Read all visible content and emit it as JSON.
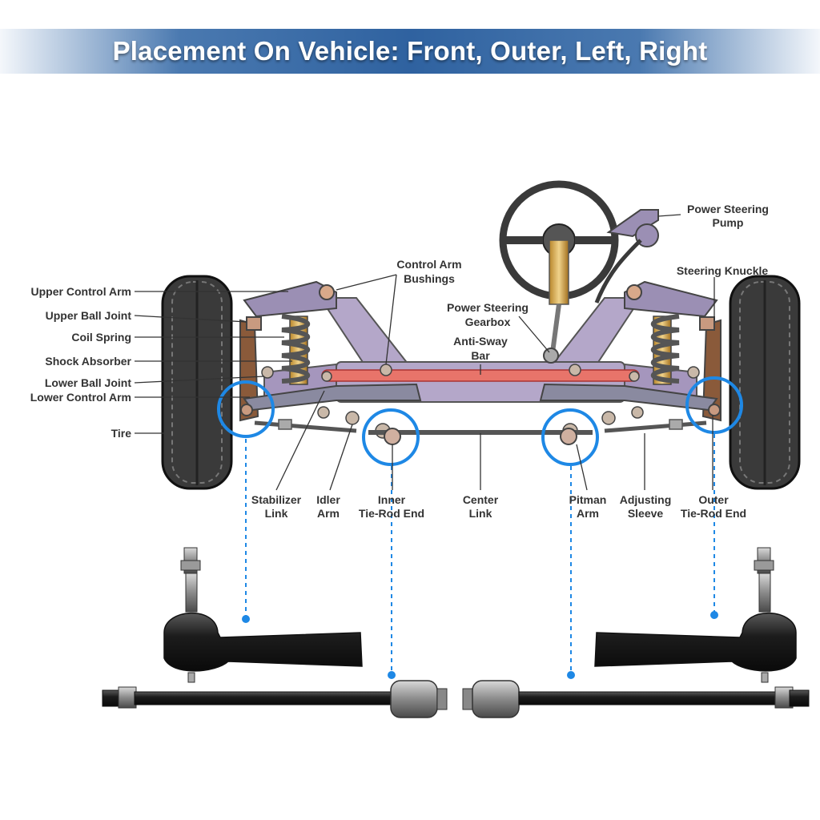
{
  "banner": {
    "title": "Placement On Vehicle: Front, Outer, Left, Right"
  },
  "labels": {
    "upper_control_arm": "Upper Control Arm",
    "upper_ball_joint": "Upper Ball Joint",
    "coil_spring": "Coil Spring",
    "shock_absorber": "Shock Absorber",
    "lower_ball_joint": "Lower Ball Joint",
    "lower_control_arm": "Lower Control Arm",
    "tire": "Tire",
    "control_arm_bushings_1": "Control Arm",
    "control_arm_bushings_2": "Bushings",
    "power_steering_gearbox_1": "Power Steering",
    "power_steering_gearbox_2": "Gearbox",
    "anti_sway_bar_1": "Anti-Sway",
    "anti_sway_bar_2": "Bar",
    "power_steering_pump_1": "Power Steering",
    "power_steering_pump_2": "Pump",
    "steering_knuckle": "Steering Knuckle",
    "stabilizer_link_1": "Stabilizer",
    "stabilizer_link_2": "Link",
    "idler_arm_1": "Idler",
    "idler_arm_2": "Arm",
    "inner_tie_rod_1": "Inner",
    "inner_tie_rod_2": "Tie-Rod End",
    "center_link_1": "Center",
    "center_link_2": "Link",
    "pitman_arm_1": "Pitman",
    "pitman_arm_2": "Arm",
    "adjusting_sleeve_1": "Adjusting",
    "adjusting_sleeve_2": "Sleeve",
    "outer_tie_rod_1": "Outer",
    "outer_tie_rod_2": "Tie-Rod End"
  },
  "colors": {
    "highlight_ring": "#1e88e5",
    "frame": "#b4a7c9",
    "sway_bar": "#e8746a",
    "tire": "#3a3a3a",
    "label_text": "#333333"
  }
}
